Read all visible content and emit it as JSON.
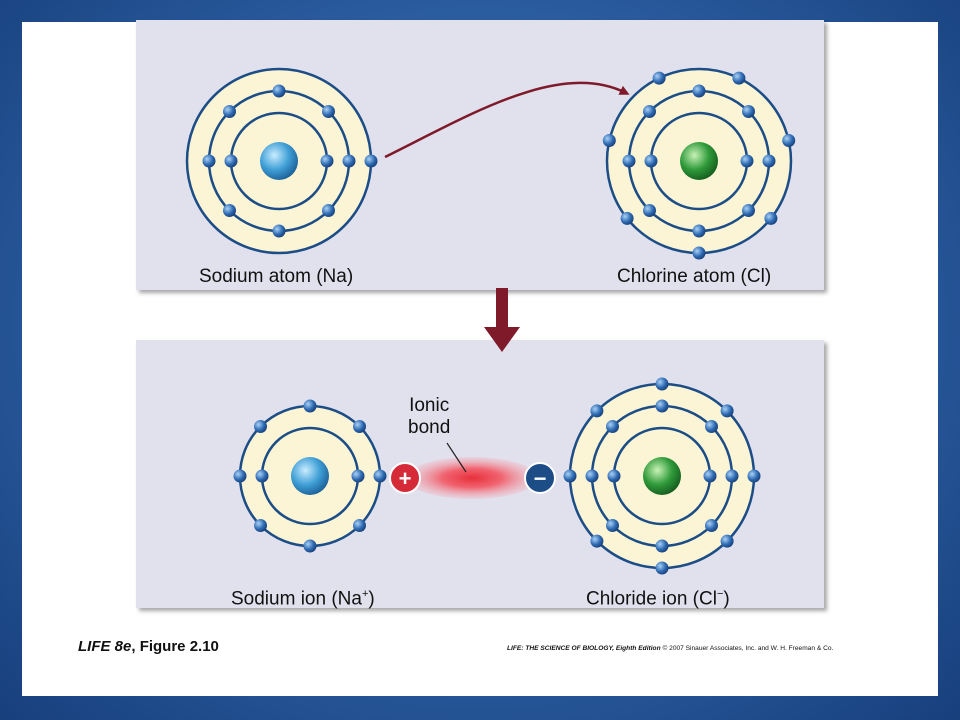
{
  "colors": {
    "background": "#2f63a8",
    "panel": "#e1e1ee",
    "shell_fill": "#fbf5d6",
    "shell_stroke": "#1c4d86",
    "electron": "#2f6bb3",
    "sodium_nucleus": "#3f9fd6",
    "chlorine_nucleus": "#2f9a3a",
    "arrow": "#7e1a2a",
    "bond": "#e8303c"
  },
  "top_panel": {
    "sodium_label": "Sodium atom (Na)",
    "chlorine_label": "Chlorine atom (Cl)"
  },
  "bottom_panel": {
    "ionic_label_line1": "Ionic",
    "ionic_label_line2": "bond",
    "sodium_ion_label": "Sodium ion (Na",
    "sodium_ion_sup": "+",
    "sodium_ion_close": ")",
    "chloride_ion_label": "Chloride ion (Cl",
    "chloride_ion_sup": "−",
    "chloride_ion_close": ")",
    "plus_sign": "+",
    "minus_sign": "−"
  },
  "caption": {
    "figure_book": "LIFE 8e",
    "figure_number": ", Figure 2.10",
    "book_title": "LIFE: THE SCIENCE OF BIOLOGY, Eighth Edition",
    "copyright": " © 2007 Sinauer Associates, Inc. and W. H. Freeman & Co."
  }
}
